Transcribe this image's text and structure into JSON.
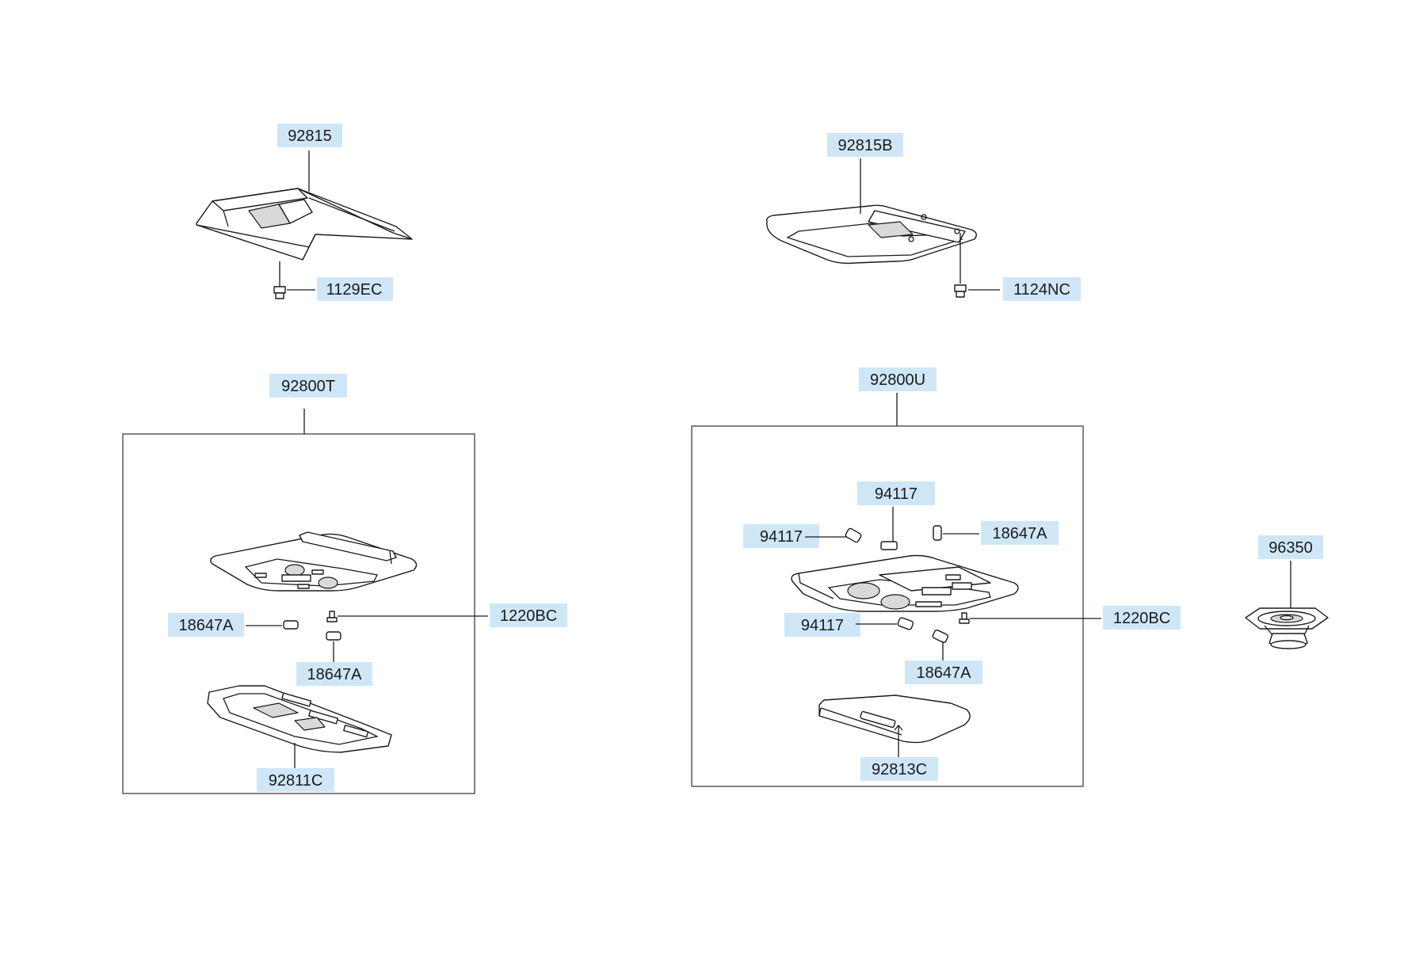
{
  "callouts": {
    "p92815": "92815",
    "p1129ec": "1129EC",
    "p92815b": "92815B",
    "p1124nc": "1124NC",
    "p92800t": "92800T",
    "p18647a_left1": "18647A",
    "p1220bc_left": "1220BC",
    "p18647a_left2": "18647A",
    "p92811c": "92811C",
    "p92800u": "92800U",
    "p94117_top": "94117",
    "p94117_left": "94117",
    "p18647a_right1": "18647A",
    "p94117_mid": "94117",
    "p1220bc_right": "1220BC",
    "p18647a_right2": "18647A",
    "p92813c": "92813C",
    "p96350": "96350"
  },
  "colors": {
    "label_background": "#cfe6f7",
    "line": "#1a1a1a"
  }
}
